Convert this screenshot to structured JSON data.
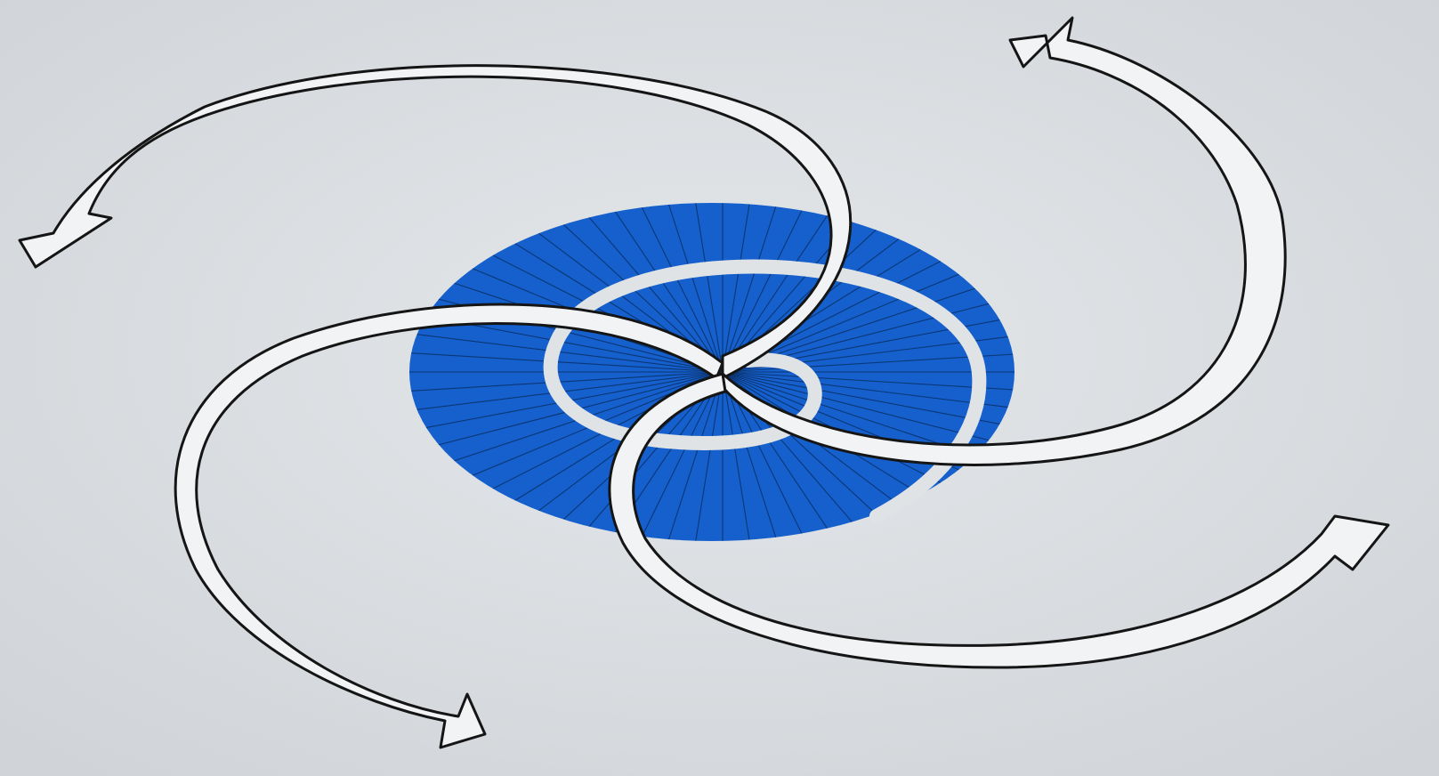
{
  "logo": {
    "colors": {
      "background": "#dadde0",
      "disc": "#1560cc",
      "ring": "#dfe3e6",
      "arrow_fill": "#f2f3f4",
      "arrow_outline": "#151515",
      "spoke": "#0a2f66"
    },
    "elements": [
      "blue-disc",
      "spiral-ring",
      "radial-spokes",
      "curved-arrow-upper-left",
      "curved-arrow-upper-right",
      "curved-arrow-lower-left",
      "curved-arrow-lower-right"
    ]
  }
}
